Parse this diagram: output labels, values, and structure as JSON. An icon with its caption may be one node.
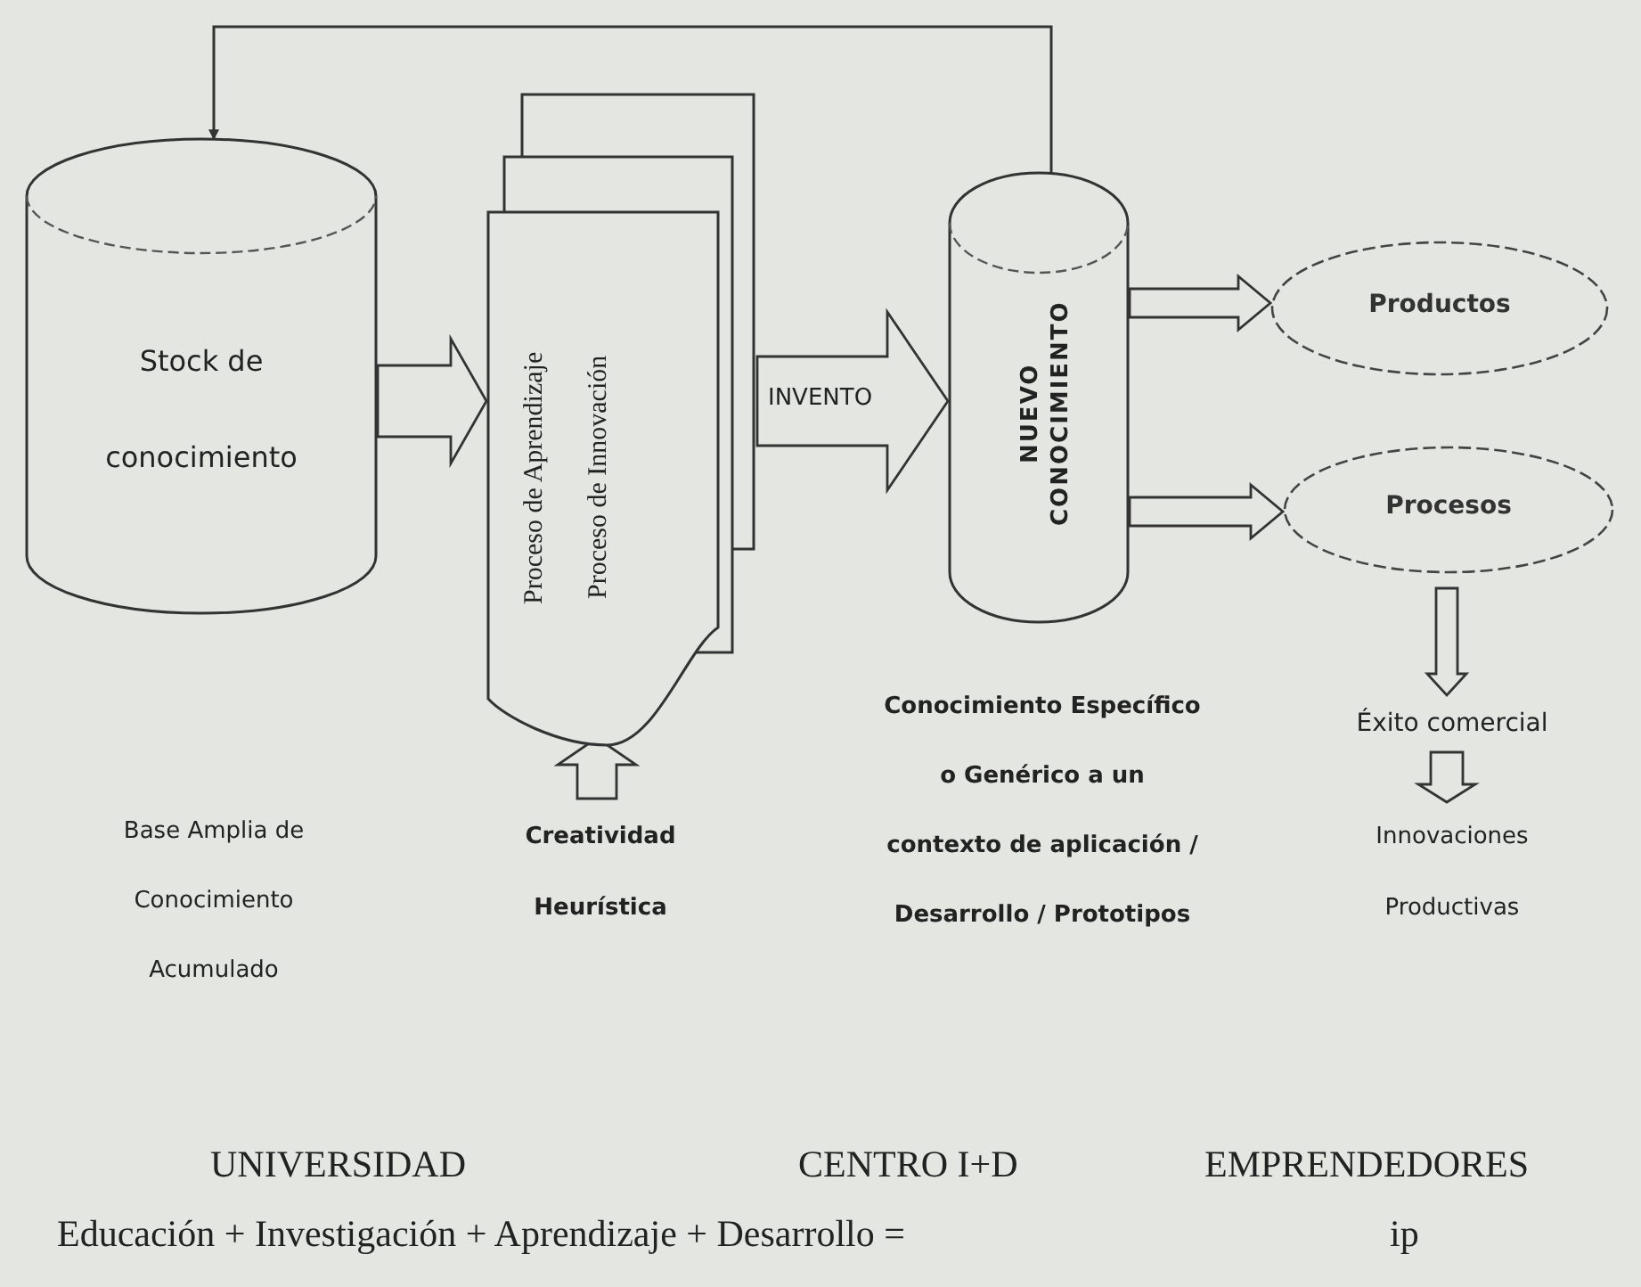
{
  "diagram": {
    "nodes": [
      {
        "text": [
          "Stock de conocimiento"
        ]
      },
      {
        "text": [
          "Proceso de Aprendizaje",
          "Proceso de Innovación"
        ]
      },
      {
        "text": [
          "NUEVO CONOCIMIENTO"
        ]
      },
      {
        "text": [
          "Productos"
        ]
      },
      {
        "text": [
          "Procesos"
        ]
      },
      {
        "text": [
          "Creatividad Heurística"
        ]
      },
      {
        "text": [
          "Éxito comercial"
        ]
      },
      {
        "text": [
          "Innovaciones Productivas"
        ]
      }
    ],
    "edges": [
      {
        "from": 2,
        "to": 0,
        "arrow": "to"
      },
      {
        "from": 0,
        "to": 1,
        "arrow": "to"
      },
      {
        "from": 1,
        "to": 2,
        "arrow": "to",
        "label": "INVENTO"
      },
      {
        "from": 2,
        "to": 3,
        "arrow": "to"
      },
      {
        "from": 2,
        "to": 4,
        "arrow": "to"
      },
      {
        "from": 5,
        "to": 1,
        "arrow": "to"
      },
      {
        "from": 4,
        "to": 6,
        "arrow": "to"
      },
      {
        "from": 6,
        "to": 7,
        "arrow": "to"
      }
    ],
    "labels": [
      "Base Amplia de Conocimiento Acumulado",
      "Conocimiento Específico o Genérico a un contexto de aplicación / Desarrollo / Prototipos",
      "UNIVERSIDAD",
      "CENTRO I+D",
      "EMPRENDEDORES",
      "Educación + Investigación + Aprendizaje + Desarrollo =",
      "ip"
    ]
  }
}
